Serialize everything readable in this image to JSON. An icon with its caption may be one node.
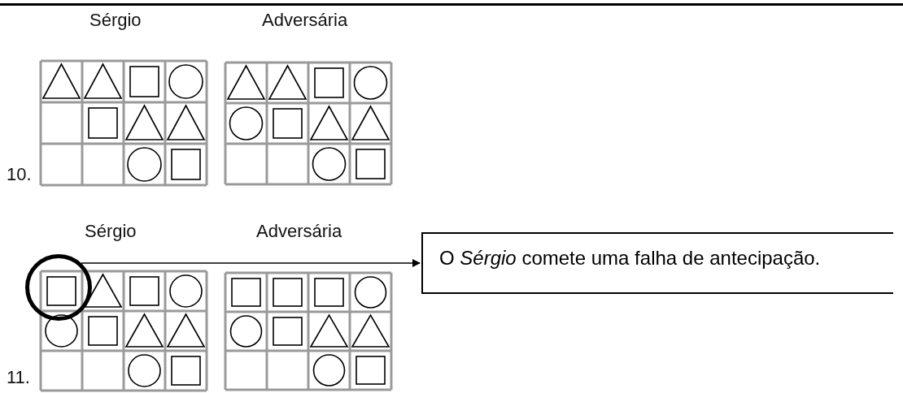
{
  "diagram": {
    "nodes": [
      {
        "text": [],
        "shape": "circle"
      },
      {
        "text": [
          "O *Sérgio* comete uma falha de antecipação."
        ]
      }
    ],
    "edges": [
      {
        "from": 0,
        "to": 1,
        "arrow": "to"
      }
    ],
    "labels": [
      "Sérgio",
      "Adversária",
      "10.",
      "Sérgio",
      "Adversária",
      "11."
    ]
  }
}
